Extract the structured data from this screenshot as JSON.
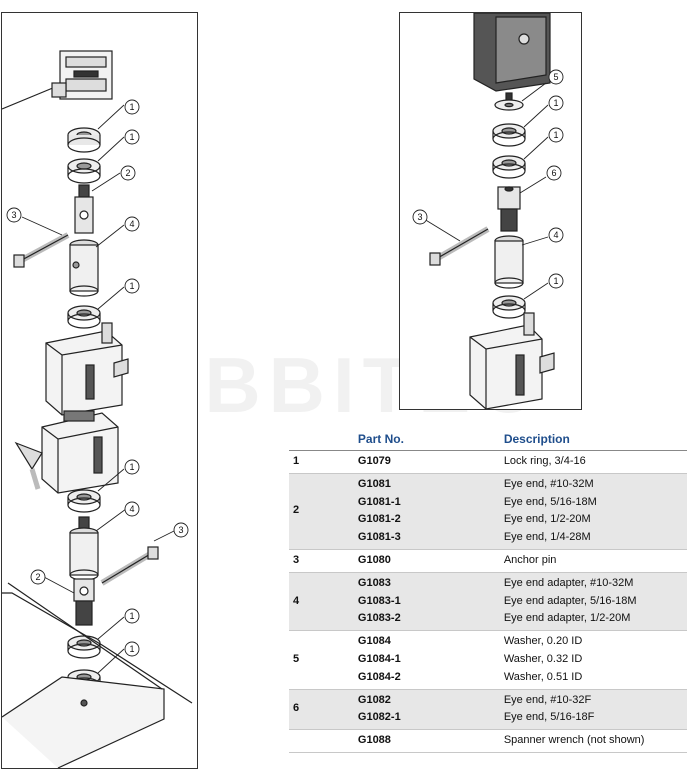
{
  "watermark": "ABBITEC",
  "left_diagram": {
    "callouts": [
      "1",
      "1",
      "2",
      "3",
      "4",
      "1",
      "1",
      "4",
      "3",
      "2",
      "1",
      "1"
    ]
  },
  "right_diagram": {
    "callouts": [
      "5",
      "1",
      "1",
      "6",
      "3",
      "4",
      "1"
    ]
  },
  "table": {
    "header": {
      "num": "",
      "part_no": "Part No.",
      "description": "Description"
    },
    "rows": [
      {
        "num": "1",
        "part_nos": [
          "G1079"
        ],
        "descriptions": [
          "Lock ring, 3/4-16"
        ],
        "shaded": false
      },
      {
        "num": "2",
        "part_nos": [
          "G1081",
          "G1081-1",
          "G1081-2",
          "G1081-3"
        ],
        "descriptions": [
          "Eye end, #10-32M",
          "Eye end, 5/16-18M",
          "Eye end, 1/2-20M",
          "Eye end, 1/4-28M"
        ],
        "shaded": true
      },
      {
        "num": "3",
        "part_nos": [
          "G1080"
        ],
        "descriptions": [
          "Anchor pin"
        ],
        "shaded": false
      },
      {
        "num": "4",
        "part_nos": [
          "G1083",
          "G1083-1",
          "G1083-2"
        ],
        "descriptions": [
          "Eye end adapter, #10-32M",
          "Eye end adapter, 5/16-18M",
          "Eye end adapter, 1/2-20M"
        ],
        "shaded": true
      },
      {
        "num": "5",
        "part_nos": [
          "G1084",
          "G1084-1",
          "G1084-2"
        ],
        "descriptions": [
          "Washer, 0.20 ID",
          "Washer, 0.32 ID",
          "Washer, 0.51 ID"
        ],
        "shaded": false
      },
      {
        "num": "6",
        "part_nos": [
          "G1082",
          "G1082-1"
        ],
        "descriptions": [
          "Eye end, #10-32F",
          "Eye end, 5/16-18F"
        ],
        "shaded": true
      },
      {
        "num": "",
        "part_nos": [
          "G1088"
        ],
        "descriptions": [
          "Spanner wrench (not shown)"
        ],
        "shaded": false
      }
    ]
  }
}
